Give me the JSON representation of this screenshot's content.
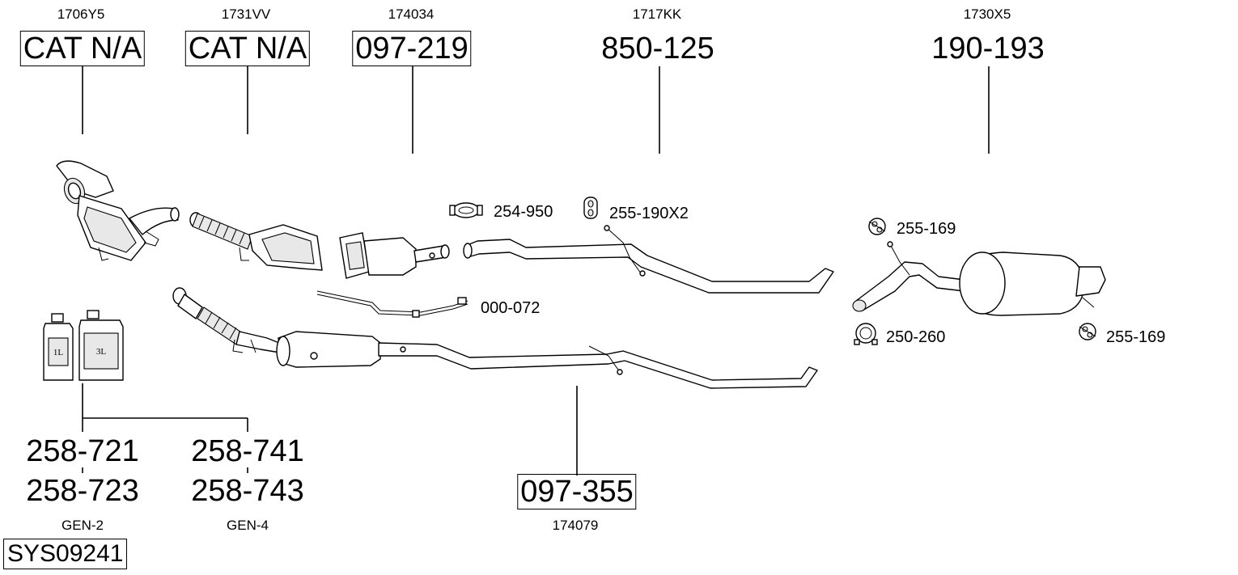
{
  "top_refs": {
    "ref_1": "1706Y5",
    "ref_2": "1731VV",
    "ref_3": "174034",
    "ref_4": "1717KK",
    "ref_5": "1730X5"
  },
  "top_parts": {
    "part_1": "CAT N/A",
    "part_2": "CAT N/A",
    "part_3": "097-219",
    "part_4": "850-125",
    "part_5": "190-193"
  },
  "fittings": {
    "clamp_254_950": "254-950",
    "rubber_255_190x2": "255-190X2",
    "rubber_255_169_a": "255-169",
    "sensor_000_072": "000-072",
    "clamp_250_260": "250-260",
    "rubber_255_169_b": "255-169"
  },
  "fluids": {
    "bottle_small_label": "1L",
    "bottle_large_label": "3L",
    "code_1": "258-721",
    "code_2": "258-723",
    "code_3": "258-741",
    "code_4": "258-743",
    "gen_1": "GEN-2",
    "gen_2": "GEN-4"
  },
  "bottom": {
    "part": "097-355",
    "ref": "174079"
  },
  "system_id": "SYS09241"
}
